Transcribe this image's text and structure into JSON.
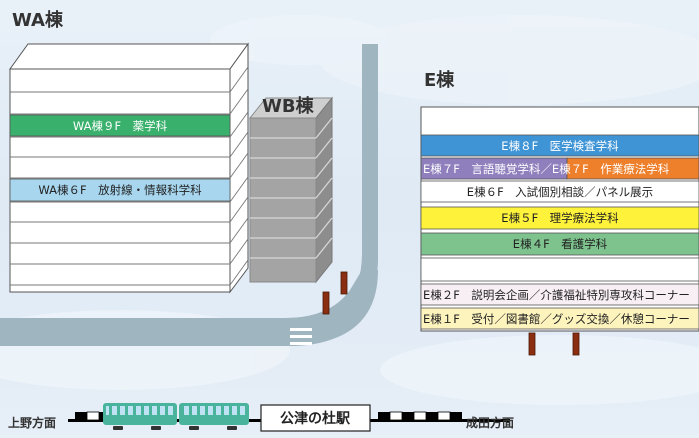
{
  "buildings": {
    "wa": {
      "title": "WA棟",
      "floor_9f": "WA棟９F　薬学科",
      "floor_6f": "WA棟６F　放射線・情報科学科"
    },
    "wb": {
      "title": "WB棟"
    },
    "e": {
      "title": "E棟",
      "floor_8f": "E棟８F　医学検査学科",
      "floor_7f_a": "E棟７F　言語聴覚学科",
      "floor_7f_sep": "／",
      "floor_7f_b": "E棟７F　作業療法学科",
      "floor_6f": "E棟６F　入試個別相談／パネル展示",
      "floor_5f": "E棟５F　理学療法学科",
      "floor_4f": "E棟４F　看護学科",
      "floor_2f": "E棟２F　説明会企画／介護福祉特別専攻科コーナー",
      "floor_1f": "E棟１F　受付／図書館／グッズ交換／休憩コーナー"
    }
  },
  "railway": {
    "station": "公津の杜駅",
    "left_direction": "上野方面",
    "right_direction": "成田方面"
  },
  "colors": {
    "pharmacy": "#39b06c",
    "radiology": "#a7d6ee",
    "med_lab": "#3f94d6",
    "speech": "#8f7fbd",
    "occupational": "#ee7f2b",
    "physical": "#fff23a",
    "nursing": "#7ec38e",
    "floor2": "#f8eff5",
    "floor1": "#fdf3bd",
    "road": "#9fb5c0",
    "wb_building": "#a4a4a4",
    "train": "#4ab39c"
  }
}
